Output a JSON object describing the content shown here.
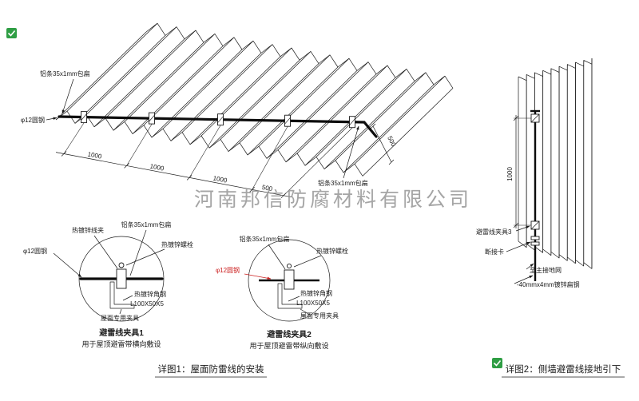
{
  "watermark": {
    "text": "河南邦信防腐材料有限公司"
  },
  "colors": {
    "red_label": "#cc2222",
    "badge_green": "#2f9e44",
    "watermark_gray": "#8f8f8f"
  },
  "roof": {
    "label_strip_top": "铝条35x1mm包扁",
    "label_strip_right": "铝条35x1mm包扁",
    "label_round_steel": "φ12圆钢",
    "dims": [
      "1000",
      "1000",
      "1000",
      "500"
    ],
    "dim_right": "500"
  },
  "detail1": {
    "label_clamp": "热镀锌线夹",
    "label_strip": "铝条35x1mm包扁",
    "label_bolt": "热镀锌螺栓",
    "label_round_steel": "φ12圆钢",
    "label_angle_steel": "热镀锌角钢",
    "label_angle_spec": "L100X50X5",
    "label_roof_clamp": "屋面专用夹具",
    "title": "避雷线夹具1",
    "subtitle": "用于屋顶避雷带横向敷设"
  },
  "detail2": {
    "label_strip": "铝条35x1mm包扁",
    "label_bolt": "热镀锌螺栓",
    "label_round_steel": "φ12圆钢",
    "label_angle_steel": "热镀锌角钢",
    "label_angle_spec": "L100X50X5",
    "label_roof_clamp": "屋面专用夹具",
    "title": "避雷线夹具2",
    "subtitle": "用于屋顶避雷带纵向敷设"
  },
  "wall": {
    "dim": "1000",
    "label_clamp3": "避雷线夹具3",
    "label_break_card": "断接卡",
    "label_to_ground": "至主接地网",
    "label_flat_steel": "-40mmx4mm镀锌扁钢"
  },
  "captions": {
    "detail1": "详图1：屋面防雷线的安装",
    "detail2": "详图2：侧墙避雷线接地引下"
  }
}
